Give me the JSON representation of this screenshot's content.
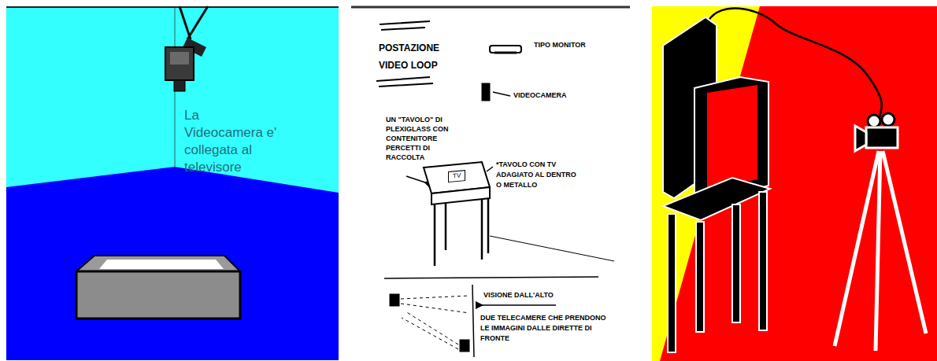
{
  "diagram": {
    "nodes": [
      {
        "text": [
          "TV"
        ]
      }
    ],
    "labels": [
      "La Videocamera e' collegata al televisore",
      "POSTAZIONE VIDEO LOOP",
      "TIPO MONITOR",
      "VIDEOCAMERA",
      "UN \"TAVOLO\" DI PLEXIGLASS CON CONTENITORE PERCETTI DI RACCOLTA",
      "*TAVOLO CON TV ADAGIATO AL DENTRO O METALLO",
      "VISIONE DALL'ALTO",
      "DUE TELECAMERE CHE PRENDONO LE IMMAGINI DALLE DIRETTE DI FRONTE"
    ]
  }
}
